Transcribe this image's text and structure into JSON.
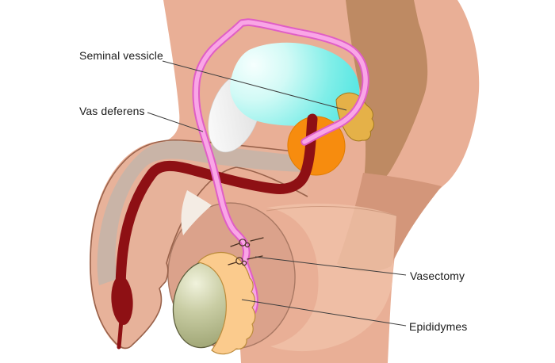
{
  "labels": {
    "seminal_vesicle": {
      "text": "Seminal vessicle"
    },
    "vas_deferens": {
      "text": "Vas deferens"
    },
    "vasectomy": {
      "text": "Vasectomy"
    },
    "epididymes": {
      "text": "Epididymes"
    }
  },
  "colors": {
    "skin": "#E9AF96",
    "gluteal-band": "#BE8A63",
    "buttock-shadow": "#D3967A",
    "groin-light": "#F0C3A9",
    "crease": "#C08A6E",
    "scrotum": "#DBA28B",
    "scrotum-outline": "#A97863",
    "wedge": "#F4ECE4",
    "penis-fill": "#E7B29A",
    "penis-outline": "#99624B",
    "gray-band": "#C9B4A7",
    "bone-light": "#FFFFFF",
    "bone-dark": "#DADADA",
    "bladder-light": "#F6FFFE",
    "bladder-mid": "#D2FAF6",
    "bladder-deep": "#7FEEE8",
    "bladder-edge": "#4FE5E2",
    "vesicle": "#E5B148",
    "vesicle-outline": "#A3791F",
    "prostate": "#F78C0E",
    "prostate-outline": "#E07C00",
    "urethra": "#8E1014",
    "vas-outer": "#E05EC6",
    "vas-inner": "#F9A6E6",
    "testis-hi": "#F0F2DC",
    "testis-mid": "#C9CDA4",
    "testis-deep": "#A2A878",
    "testis-outline": "#5E5F3E",
    "epididymis": "#FBCB8D",
    "epididymis-outline": "#BC8C3C",
    "knot": "#4A3020",
    "leader": "#3C3C3C",
    "label": "#1B1B1B"
  }
}
